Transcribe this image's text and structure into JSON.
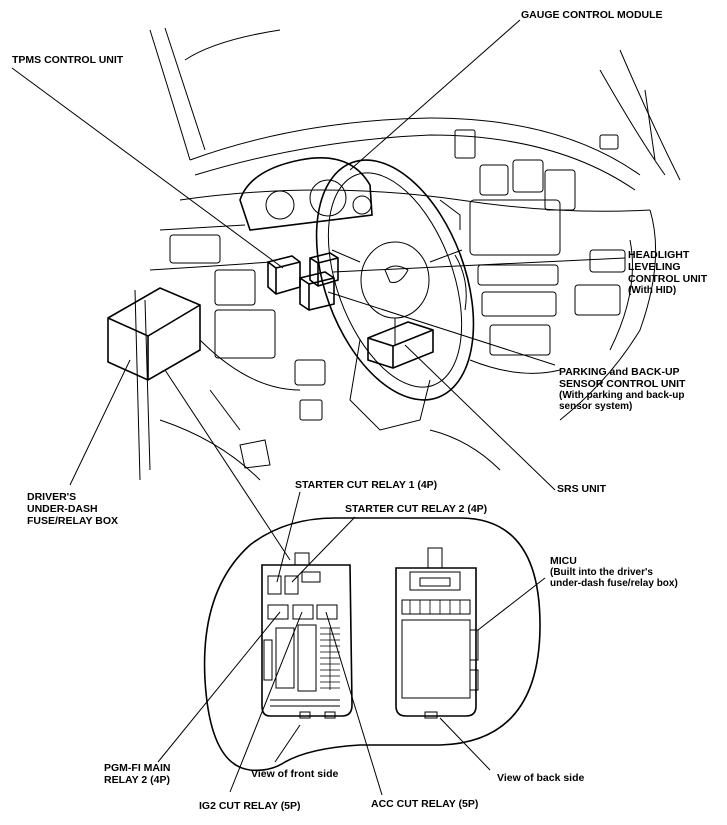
{
  "labels": {
    "gauge_control_module": "GAUGE CONTROL MODULE",
    "tpms_control_unit": "TPMS CONTROL UNIT",
    "headlight": [
      "HEADLIGHT",
      "LEVELING",
      "CONTROL UNIT"
    ],
    "headlight_note": "(With HID)",
    "parking": [
      "PARKING and BACK-UP",
      "SENSOR CONTROL UNIT"
    ],
    "parking_note": [
      "(With parking and back-up",
      "sensor system)"
    ],
    "srs_unit": "SRS UNIT",
    "drivers_box": [
      "DRIVER'S",
      "UNDER-DASH",
      "FUSE/RELAY BOX"
    ],
    "starter_cut_relay_1": "STARTER CUT RELAY 1 (4P)",
    "starter_cut_relay_2": "STARTER CUT RELAY 2 (4P)",
    "micu": "MICU",
    "micu_note": [
      "(Built into the driver's",
      "under-dash fuse/relay box)"
    ],
    "pgm_fi": [
      "PGM-FI MAIN",
      "RELAY 2 (4P)"
    ],
    "ig2_cut_relay": "IG2 CUT RELAY (5P)",
    "view_front": "View of front side",
    "view_back": "View of back side",
    "acc_cut_relay": "ACC CUT RELAY (5P)"
  }
}
